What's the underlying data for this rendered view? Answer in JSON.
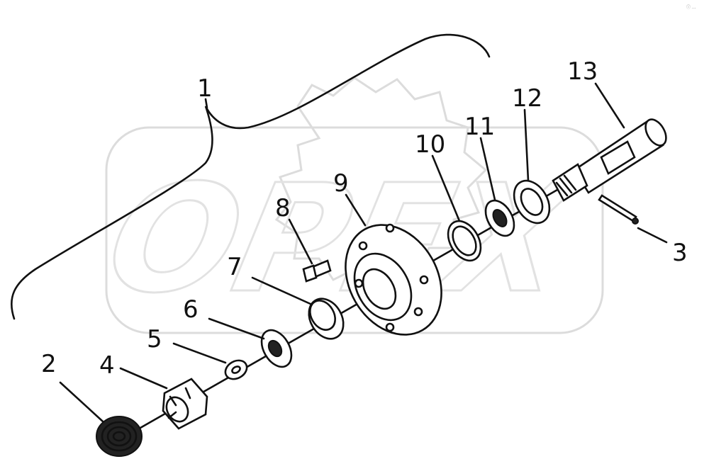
{
  "diagram": {
    "corner_mark": "ⓘ ...",
    "watermark_text": "OPEX",
    "callouts": [
      {
        "id": "c1",
        "label": "1"
      },
      {
        "id": "c2",
        "label": "2"
      },
      {
        "id": "c3",
        "label": "3"
      },
      {
        "id": "c4",
        "label": "4"
      },
      {
        "id": "c5",
        "label": "5"
      },
      {
        "id": "c6",
        "label": "6"
      },
      {
        "id": "c7",
        "label": "7"
      },
      {
        "id": "c8",
        "label": "8"
      },
      {
        "id": "c9",
        "label": "9"
      },
      {
        "id": "c10",
        "label": "10"
      },
      {
        "id": "c11",
        "label": "11"
      },
      {
        "id": "c12",
        "label": "12"
      },
      {
        "id": "c13",
        "label": "13"
      }
    ]
  }
}
